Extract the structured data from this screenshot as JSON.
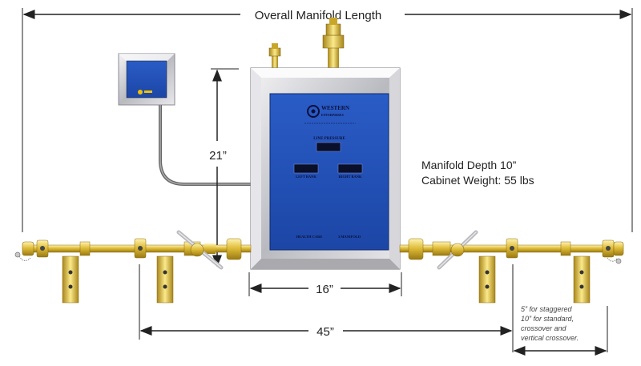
{
  "dimensions": {
    "overall_length_label": "Overall Manifold Length",
    "height_label": "21”",
    "cabinet_width_label": "16”",
    "header_span_label": "45”"
  },
  "specs": {
    "depth_line": "Manifold Depth 10”",
    "weight_line": "Cabinet Weight: 55 lbs"
  },
  "spacing_note": {
    "line1": "5” for staggered",
    "line2": "10” for standard,",
    "line3": "crossover and",
    "line4": "vertical crossover."
  },
  "cabinet_panel": {
    "brand_line1": "WESTERN",
    "brand_line2": "ENTERPRISES",
    "line_pressure_label": "LINE PRESSURE",
    "left_bank_label": "LEFT BANK",
    "right_bank_label": "RIGHT BANK",
    "footer_left": "HEALTH CARE",
    "footer_right": "3 MANIFOLD"
  },
  "colors": {
    "panel_blue": "#1f4fb4",
    "brass": "#d8b536",
    "steel": "#c9c9cc"
  }
}
